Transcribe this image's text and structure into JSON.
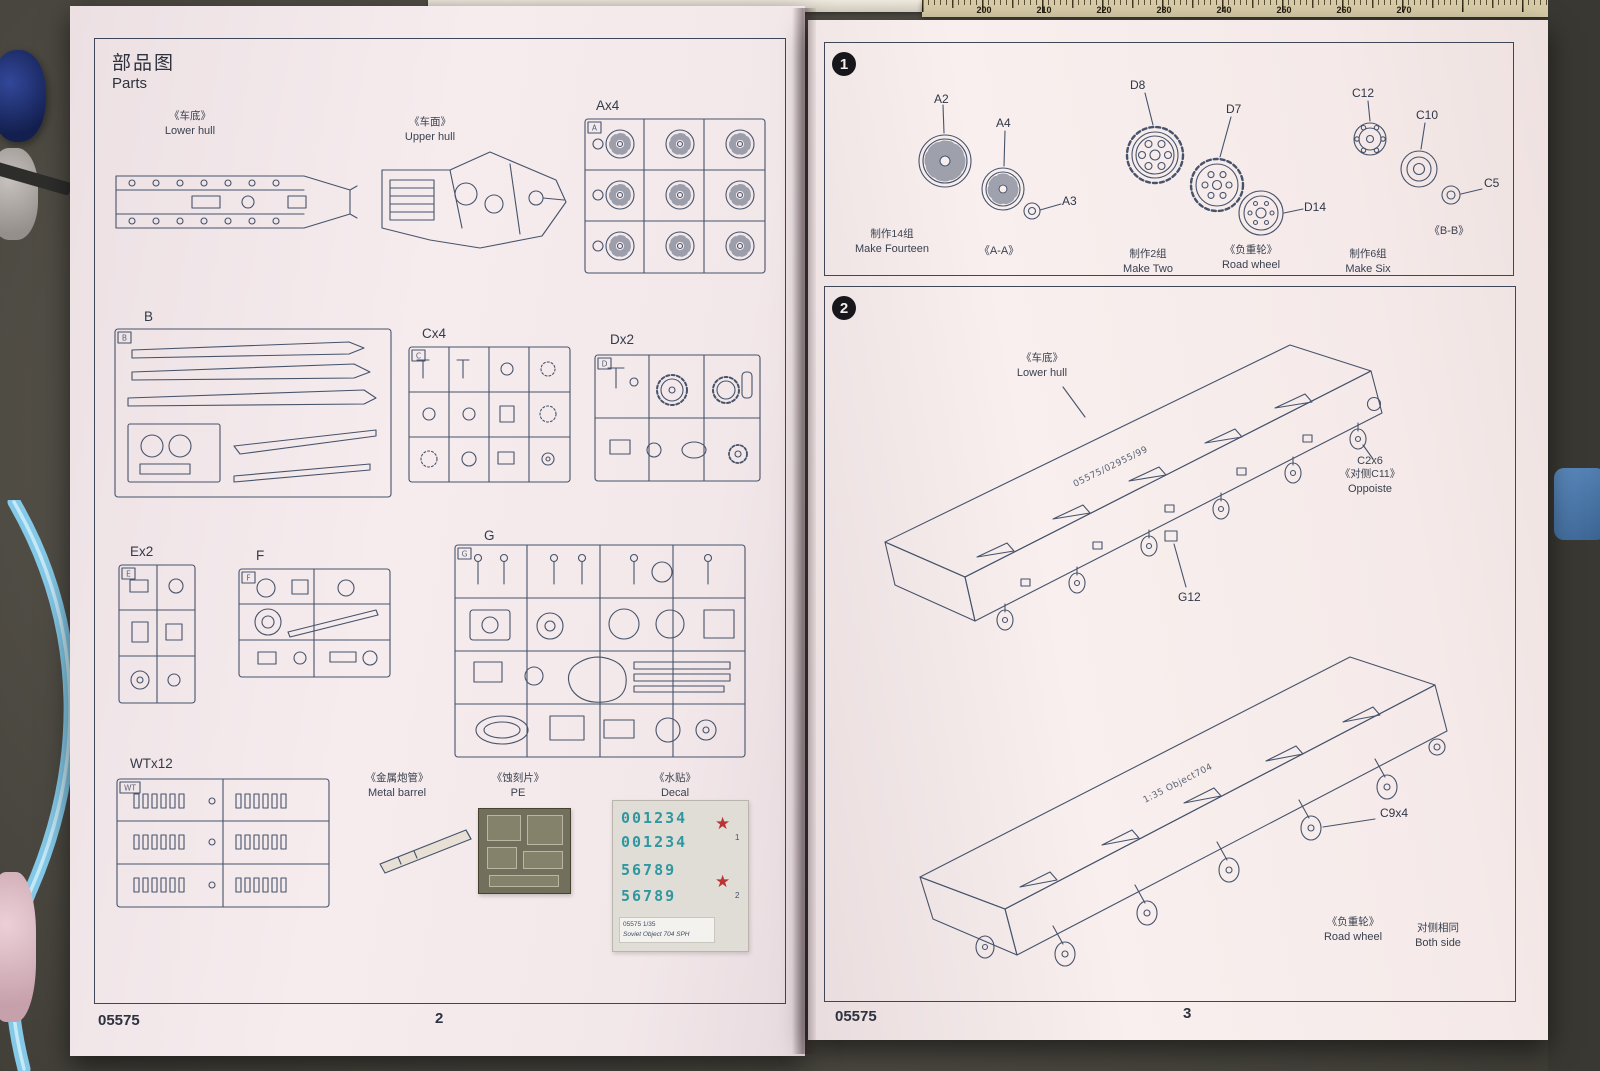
{
  "desk": {
    "ruler": [
      "200",
      "210",
      "220",
      "230",
      "240",
      "250",
      "260",
      "270"
    ]
  },
  "left_page": {
    "kit_no": "05575",
    "page_no": "2",
    "title_cn": "部品图",
    "title_en": "Parts",
    "labels": {
      "lower_hull_cn": "《车底》",
      "lower_hull_en": "Lower hull",
      "upper_hull_cn": "《车面》",
      "upper_hull_en": "Upper hull",
      "a": "Ax4",
      "b": "B",
      "c": "Cx4",
      "d": "Dx2",
      "e": "Ex2",
      "f": "F",
      "g": "G",
      "wt": "WTx12",
      "barrel_cn": "《金属炮管》",
      "barrel_en": "Metal barrel",
      "pe_cn": "《蚀刻片》",
      "pe_en": "PE",
      "decal_cn": "《水贴》",
      "decal_en": "Decal"
    },
    "tags": {
      "a": "A",
      "b": "B",
      "c": "C",
      "d": "D",
      "e": "E",
      "f": "F",
      "g": "G",
      "wt": "WT"
    },
    "decal_sheet": {
      "row1": "001234",
      "row2": "001234",
      "row3": "56789",
      "row4": "56789",
      "mark1": "1",
      "mark2": "2",
      "star": "★",
      "footer1": "05575  1/35",
      "footer2": "Soviet Object 704 SPH"
    }
  },
  "right_page": {
    "kit_no": "05575",
    "page_no": "3",
    "step1": {
      "number": "1",
      "parts": {
        "a2": "A2",
        "a4": "A4",
        "a3": "A3",
        "d8": "D8",
        "d7": "D7",
        "d14": "D14",
        "c12": "C12",
        "c10": "C10",
        "c5": "C5"
      },
      "make14_cn": "制作14组",
      "make14_en": "Make Fourteen",
      "aa": "《A-A》",
      "make2_cn": "制作2组",
      "make2_en": "Make Two",
      "roadwheel_cn": "《负重轮》",
      "roadwheel_en": "Road wheel",
      "make6_cn": "制作6组",
      "make6_en": "Make Six",
      "bb": "《B-B》"
    },
    "step2": {
      "number": "2",
      "lower_hull_cn": "《车底》",
      "lower_hull_en": "Lower hull",
      "c2": "C2x6",
      "c2_side_cn": "《对侧C11》",
      "c2_side_en": "Oppoiste",
      "g12": "G12",
      "c9": "C9x4",
      "hull_text1": "05575/02955/99",
      "hull_text2": "1:35 Object704",
      "roadwheel_cn": "《负重轮》",
      "roadwheel_en": "Road wheel",
      "both_cn": "对侧相同",
      "both_en": "Both side"
    }
  }
}
